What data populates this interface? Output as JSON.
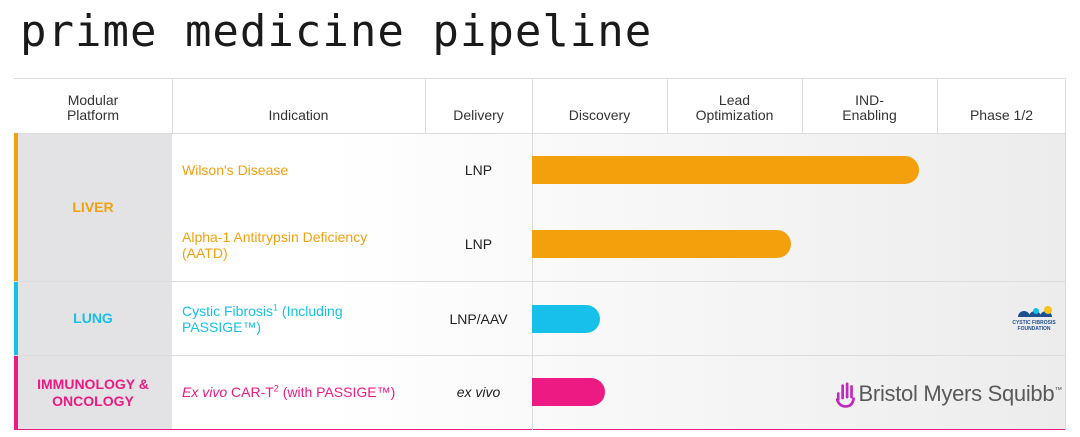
{
  "page": {
    "title": "prime medicine pipeline"
  },
  "columns": {
    "platform": [
      "Modular",
      "Platform"
    ],
    "indication": "Indication",
    "delivery": "Delivery",
    "stages": [
      [
        "Discovery"
      ],
      [
        "Lead",
        "Optimization"
      ],
      [
        "IND-",
        "Enabling"
      ],
      [
        "Phase 1/2"
      ]
    ]
  },
  "colors": {
    "liver": "#f4a00d",
    "lung": "#16c0e8",
    "immuno": "#ec1a82",
    "grid": "#dcdcdc"
  },
  "groups": {
    "liver": {
      "label": "LIVER"
    },
    "lung": {
      "label": "LUNG"
    },
    "immuno": {
      "label_line1": "IMMUNOLOGY &",
      "label_line2": "ONCOLOGY"
    }
  },
  "chart_data": {
    "type": "bar",
    "categories": [
      "Wilson's Disease",
      "Alpha-1 Antitrypsin Deficiency (AATD)",
      "Cystic Fibrosis (Including PASSIGE™)",
      "Ex vivo CAR-T (with PASSIGE™)"
    ],
    "stages": [
      "Discovery",
      "Lead Optimization",
      "IND-Enabling",
      "Phase 1/2"
    ],
    "values": [
      2.87,
      1.92,
      0.5,
      0.54
    ],
    "xlim": [
      0,
      4
    ],
    "rows": [
      {
        "group": "liver",
        "indication_text": "Wilson's Disease",
        "delivery": "LNP",
        "progress": 2.87
      },
      {
        "group": "liver",
        "indication_line1": "Alpha-1 Antitrypsin Deficiency",
        "indication_line2": "(AATD)",
        "delivery": "LNP",
        "progress": 1.92
      },
      {
        "group": "lung",
        "indication_line1": "Cystic Fibrosis",
        "indication_sup": "1",
        "indication_line1b": " (Including",
        "indication_line2": "PASSIGE™)",
        "delivery": "LNP/AAV",
        "progress": 0.5
      },
      {
        "group": "immuno",
        "indication_italic": "Ex vivo",
        "indication_rest": " CAR-T",
        "indication_sup": "2",
        "indication_tail": " (with PASSIGE™)",
        "delivery": "ex vivo",
        "progress": 0.54
      }
    ]
  },
  "partners": {
    "cff": {
      "line1": "CYSTIC FIBROSIS",
      "line2": "FOUNDATION",
      "icon": "cff-logo-icon"
    },
    "bms": {
      "name": "Bristol Myers Squibb",
      "tm": "™",
      "icon": "bms-hand-icon"
    }
  }
}
